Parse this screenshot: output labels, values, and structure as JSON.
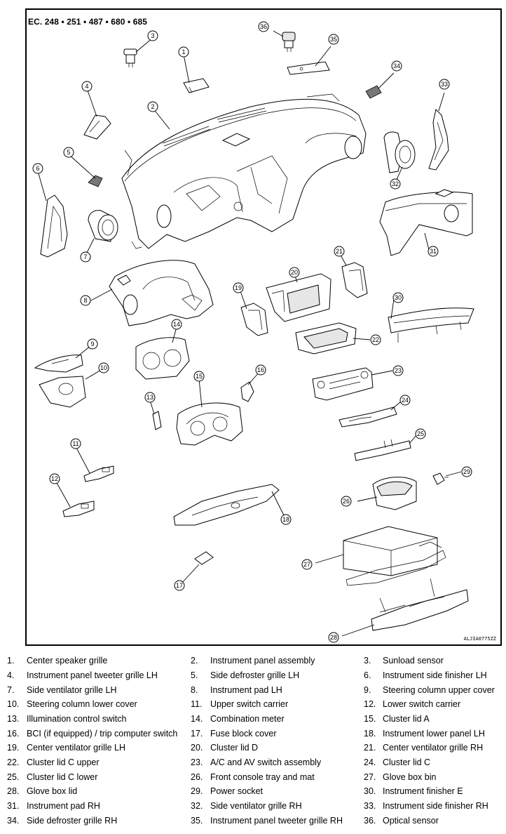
{
  "figure": {
    "header": "EC. 248 • 251 • 487 • 680 • 685",
    "code": "ALJIA0775ZZ"
  },
  "callouts": [
    "1",
    "2",
    "3",
    "4",
    "5",
    "6",
    "7",
    "8",
    "9",
    "10",
    "11",
    "12",
    "13",
    "14",
    "15",
    "16",
    "17",
    "18",
    "19",
    "20",
    "21",
    "22",
    "23",
    "24",
    "25",
    "26",
    "27",
    "28",
    "29",
    "30",
    "31",
    "32",
    "33",
    "34",
    "35",
    "36"
  ],
  "legend": [
    {
      "num": "1.",
      "name": "Center speaker grille"
    },
    {
      "num": "2.",
      "name": "Instrument panel assembly"
    },
    {
      "num": "3.",
      "name": "Sunload sensor"
    },
    {
      "num": "4.",
      "name": "Instrument panel tweeter grille LH"
    },
    {
      "num": "5.",
      "name": "Side defroster grille LH"
    },
    {
      "num": "6.",
      "name": "Instrument side finisher LH"
    },
    {
      "num": "7.",
      "name": "Side ventilator grille LH"
    },
    {
      "num": "8.",
      "name": "Instrument pad LH"
    },
    {
      "num": "9.",
      "name": "Steering column upper cover"
    },
    {
      "num": "10.",
      "name": "Steering column lower cover"
    },
    {
      "num": "11.",
      "name": "Upper switch carrier"
    },
    {
      "num": "12.",
      "name": "Lower switch carrier"
    },
    {
      "num": "13.",
      "name": "Illumination control switch"
    },
    {
      "num": "14.",
      "name": "Combination meter"
    },
    {
      "num": "15.",
      "name": "Cluster lid A"
    },
    {
      "num": "16.",
      "name": "BCI (if equipped) / trip computer switch"
    },
    {
      "num": "17.",
      "name": "Fuse block cover"
    },
    {
      "num": "18.",
      "name": "Instrument lower panel LH"
    },
    {
      "num": "19.",
      "name": "Center ventilator grille LH"
    },
    {
      "num": "20.",
      "name": "Cluster lid D"
    },
    {
      "num": "21.",
      "name": "Center ventilator grille RH"
    },
    {
      "num": "22.",
      "name": "Cluster lid C upper"
    },
    {
      "num": "23.",
      "name": "A/C and AV switch assembly"
    },
    {
      "num": "24.",
      "name": "Cluster lid C"
    },
    {
      "num": "25.",
      "name": "Cluster lid C lower"
    },
    {
      "num": "26.",
      "name": "Front console tray and mat"
    },
    {
      "num": "27.",
      "name": "Glove box bin"
    },
    {
      "num": "28.",
      "name": "Glove box lid"
    },
    {
      "num": "29.",
      "name": "Power socket"
    },
    {
      "num": "30.",
      "name": "Instrument finisher E"
    },
    {
      "num": "31.",
      "name": "Instrument pad RH"
    },
    {
      "num": "32.",
      "name": "Side ventilator grille RH"
    },
    {
      "num": "33.",
      "name": "Instrument side finisher RH"
    },
    {
      "num": "34.",
      "name": "Side defroster grille RH"
    },
    {
      "num": "35.",
      "name": "Instrument panel tweeter grille RH"
    },
    {
      "num": "36.",
      "name": "Optical sensor"
    }
  ]
}
